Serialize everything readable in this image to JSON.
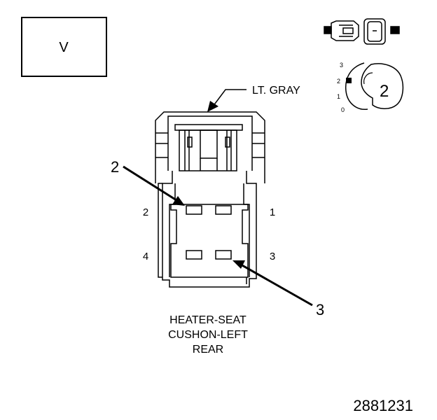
{
  "view_box_label": "V",
  "color_callout": "LT. GRAY",
  "position_selector": {
    "scale_labels": [
      "3",
      "2",
      "1",
      "0"
    ],
    "selected": "2"
  },
  "callouts": [
    "2",
    "3"
  ],
  "pins": [
    "1",
    "2",
    "3",
    "4"
  ],
  "connector_title": [
    "HEATER-SEAT",
    "CUSHON-LEFT",
    "REAR"
  ],
  "figure_number": "2881231"
}
